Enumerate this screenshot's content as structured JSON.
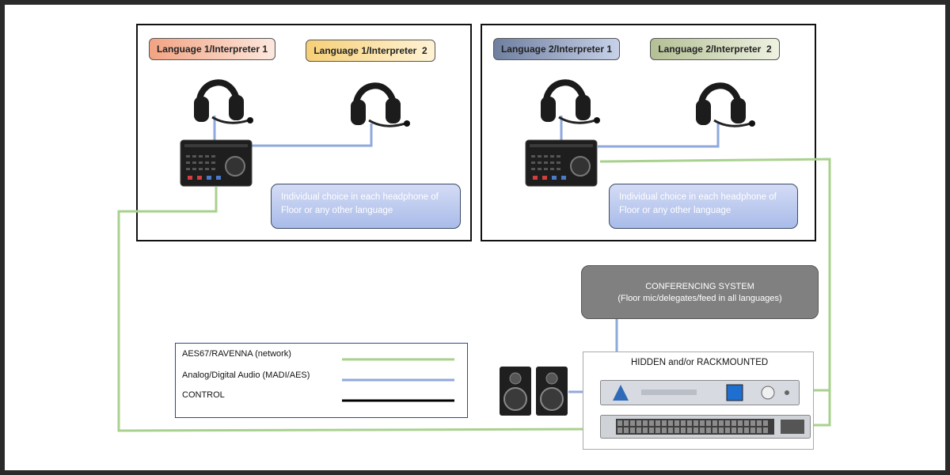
{
  "booths": [
    {
      "interpreters": [
        {
          "label": "Language 1/Interpreter 1",
          "color_light": "#fde8de",
          "color_dark": "#f2a382"
        },
        {
          "label": "Language 1/Interpreter  2",
          "color_light": "#fff3d5",
          "color_dark": "#f6cf78"
        }
      ],
      "note": "Individual choice in each headphone of Floor or any other language"
    },
    {
      "interpreters": [
        {
          "label": "Language 2/Interpreter 1",
          "color_light": "#c7d2ea",
          "color_dark": "#6f7f9f"
        },
        {
          "label": "Language 2/Interpreter  2",
          "color_light": "#eef2e2",
          "color_dark": "#b3bf94"
        }
      ],
      "note": "Individual choice in each headphone of Floor or any other language"
    }
  ],
  "conferencing": {
    "title": "CONFERENCING SYSTEM",
    "subtitle": "(Floor mic/delegates/feed in all languages)"
  },
  "rack": {
    "label": "HIDDEN and/or RACKMOUNTED"
  },
  "legend": [
    {
      "label": "AES67/RAVENNA (network)",
      "color": "#a9d18e"
    },
    {
      "label": "Analog/Digital Audio (MADI/AES)",
      "color": "#8fa9dc"
    },
    {
      "label": "CONTROL",
      "color": "#000000"
    }
  ],
  "icons": {
    "headphone": "headset-icon",
    "interface": "audio-interface-icon",
    "speaker": "studio-monitor-icon",
    "converter": "rack-audio-interface-icon",
    "switch": "network-switch-icon"
  }
}
